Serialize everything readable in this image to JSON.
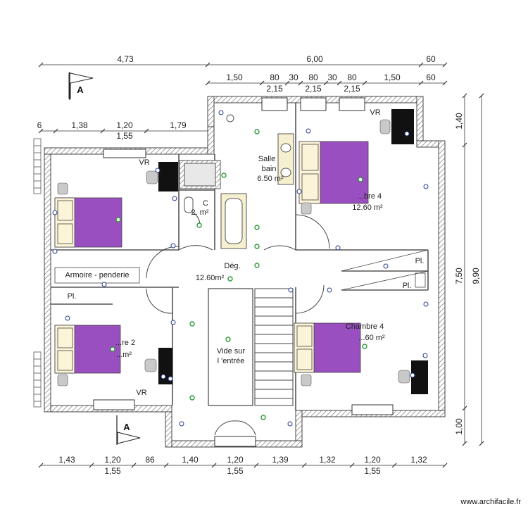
{
  "colors": {
    "wall": "#555555",
    "hatch": "#9a9a9a",
    "bed": "#9a4fc0",
    "pillow": "#fbf4d8",
    "light": "#2e9b3a",
    "outlet": "#2a3c8c"
  },
  "dimensions": {
    "top_row1": [
      "4,73",
      "6,00",
      "60"
    ],
    "top_row2": [
      "1,50",
      "80",
      "30",
      "80",
      "30",
      "80",
      "1,50",
      "60"
    ],
    "top_row3": [
      "2,15",
      "2,15",
      "2,15"
    ],
    "left_row1": [
      "6",
      "1,38",
      "1,20",
      "1,79"
    ],
    "left_row2": "1,55",
    "right_row1": [
      "1,40",
      "7,50",
      "1,00"
    ],
    "right_total": "9,90",
    "bottom_row1": [
      "1,43",
      "1,20",
      "86",
      "1,40",
      "1,20",
      "1,39",
      "1,32",
      "1,20",
      "1,32"
    ],
    "bottom_row2": [
      "1,55",
      "1,55",
      "1,55"
    ]
  },
  "section_labels": {
    "top": "A",
    "bottom": "A"
  },
  "rooms": {
    "bath_name_1": "Salle",
    "bath_name_2": "bain",
    "bath_area": "6.50 m²",
    "wc_name": "C",
    "wc_area": "2.   m²",
    "chambre_ne_name": "...bre 4",
    "chambre_ne_area": "12.60 m²",
    "deg_name": "Dég.",
    "deg_area": "12.60m²",
    "void_1": "Vide sur",
    "void_2": "l 'entrée",
    "chambre_sw_name": "...re 2",
    "chambre_sw_area": "...m²",
    "chambre_se_name": "Chambre 4",
    "chambre_se_area": "...60 m²",
    "wardrobe": "Armoire - penderie",
    "pl_1": "Pl.",
    "pl_2": "Pl.",
    "pl_3": "Pl.",
    "vr": "VR"
  },
  "watermark": "www.archifacile.fr"
}
